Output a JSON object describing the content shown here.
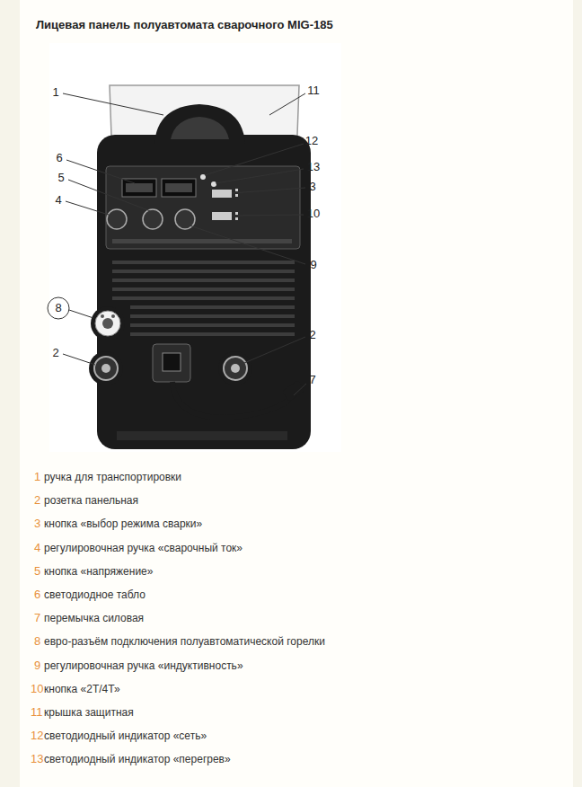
{
  "diagram": {
    "title": "Лицевая панель полуавтомата сварочного MIG-185",
    "labels": [
      "1",
      "11",
      "12",
      "6",
      "13",
      "5",
      "3",
      "4",
      "10",
      "9",
      "8",
      "2",
      "2",
      "7",
      "1",
      "ручка для транспортировки",
      "2",
      "розетка панельная",
      "3",
      "кнопка «выбор режима сварки»",
      "4",
      "регулировочная ручка «сварочный ток»",
      "5",
      "кнопка «напряжение»",
      "6",
      "светодиодное табло",
      "7",
      "перемычка силовая",
      "8",
      "евро-разъём подключения полуавтоматической горелки",
      "9",
      "регулировочная ручка «индуктивность»",
      "10",
      "кнопка «2Т/4Т»",
      "11",
      "крышка защитная",
      "12",
      "светодиодный индикатор «сеть»",
      "13",
      "светодиодный индикатор «перегрев»"
    ]
  }
}
